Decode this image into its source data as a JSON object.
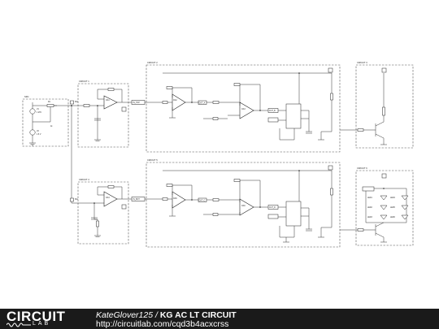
{
  "footer": {
    "logo_top": "CIRCUIT",
    "logo_bottom": "LAB",
    "author": "KateGlover125",
    "separator": "/",
    "title": "KG AC LT CIRCUIT",
    "url": "http://circuitlab.com/cqd3b4acxcrss"
  },
  "labels": {
    "source_box": "SRC",
    "v1": "V1",
    "v1_val": "1 kHz",
    "v2": "V2",
    "v2_val": "1.5 V",
    "r_in": "R1",
    "r_in_val": "1k",
    "sig_top": "SIG",
    "sig_bottom": "SIG",
    "subcircuit1": "CIRCUIT 1",
    "subcircuit2": "CIRCUIT 2",
    "subcircuit3": "CIRCUIT 3",
    "subcircuit4": "CIRCUIT 4",
    "subcircuit5": "CIRCUIT 5",
    "subcircuit6": "CIRCUIT 6",
    "opamp_a1": "OA1",
    "opamp_a2": "OA2",
    "opamp_a3": "OA3",
    "opamp_a4": "OA4",
    "opamp_a5": "OA5",
    "opamp_a6": "OA6",
    "net_top1": "IN_TOP",
    "net_top2": "OUT_A",
    "net_top3": "OUT_B",
    "net_bot1": "IN_BOT",
    "net_bot2": "OUT_C",
    "net_bot3": "OUT_D",
    "led1": "LED1",
    "led2": "LED2",
    "led3": "LED3",
    "led4": "LED4",
    "led5": "LED5",
    "led6": "LED6"
  }
}
